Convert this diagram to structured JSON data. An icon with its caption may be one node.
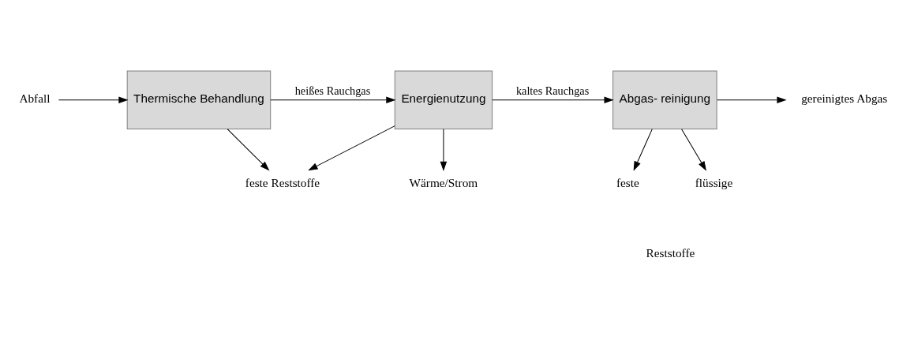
{
  "diagram": {
    "nodes": [
      {
        "text": [
          "Abfall"
        ]
      },
      {
        "text": [
          "Thermische Behandlung"
        ]
      },
      {
        "text": [
          "Energienutzung"
        ]
      },
      {
        "text": [
          "Abgas- reinigung"
        ]
      },
      {
        "text": [
          "gereinigtes Abgas"
        ]
      },
      {
        "text": [
          "feste Reststoffe"
        ]
      },
      {
        "text": [
          "Wärme/Strom"
        ]
      },
      {
        "text": [
          "feste"
        ]
      },
      {
        "text": [
          "flüssige"
        ]
      }
    ],
    "edges": [
      {
        "from": 0,
        "to": 1,
        "arrow": "to"
      },
      {
        "from": 1,
        "to": 2,
        "arrow": "to",
        "label": "heißes Rauchgas"
      },
      {
        "from": 2,
        "to": 3,
        "arrow": "to",
        "label": "kaltes Rauchgas"
      },
      {
        "from": 3,
        "to": 4,
        "arrow": "to"
      },
      {
        "from": 1,
        "to": 5,
        "arrow": "to"
      },
      {
        "from": 2,
        "to": 5,
        "arrow": "to"
      },
      {
        "from": 2,
        "to": 6,
        "arrow": "to"
      },
      {
        "from": 3,
        "to": 7,
        "arrow": "to"
      },
      {
        "from": 3,
        "to": 8,
        "arrow": "to"
      }
    ],
    "labels": [
      "Reststoffe"
    ]
  }
}
